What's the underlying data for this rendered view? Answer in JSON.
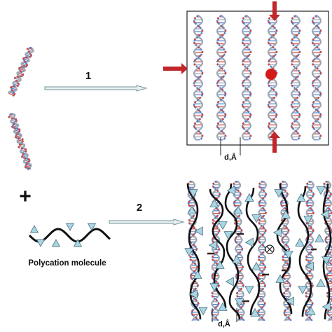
{
  "labels": {
    "step1": "1",
    "step2": "2",
    "plus": "+",
    "polycation_caption": "Polycation molecule",
    "spacing_top": "d,Å",
    "spacing_bottom": "d,Å"
  },
  "colors": {
    "dna_blue": "#5a82c8",
    "dna_red": "#d2483a",
    "dna_gray": "#9aa6b4",
    "arrow_red": "#c0262a",
    "arrow_outline": "#6f9498",
    "triangle_fill": "#a8d6e2",
    "triangle_stroke": "#4a6f80",
    "polymer": "#111111",
    "dot": "#d31a1a"
  },
  "icons": [
    "dna-helix",
    "red-arrow",
    "reaction-arrow",
    "triangle-charge",
    "cross-circle"
  ]
}
